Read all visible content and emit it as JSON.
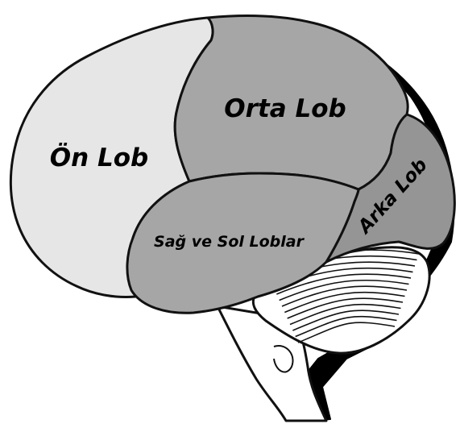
{
  "labels": {
    "frontal": "Ön Lob",
    "parietal": "Orta Lob",
    "temporal": "Sağ ve Sol Loblar",
    "occipital": "Arka Lob"
  },
  "colors": {
    "outline": "#111111",
    "frontal_fill": "#e6e6e6",
    "parietal_fill": "#a6a6a6",
    "temporal_fill": "#a6a6a6",
    "occipital_fill": "#959595",
    "cerebellum_fill": "#ffffff",
    "stem_fill": "#ffffff",
    "shadow": "#000000"
  }
}
